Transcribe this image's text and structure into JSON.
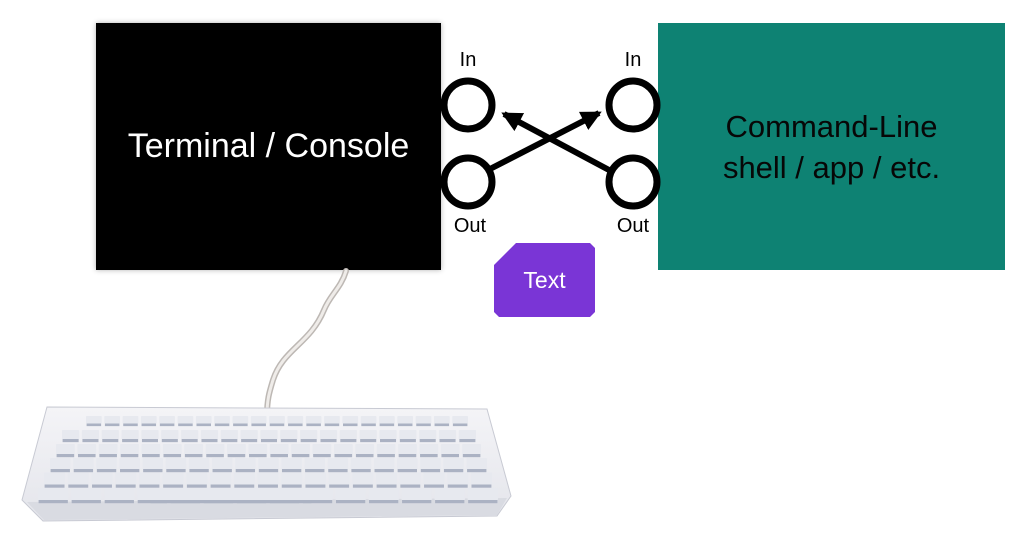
{
  "terminal": {
    "label": "Terminal / Console",
    "background": "#000000",
    "text_color": "#FFFFFF"
  },
  "shell": {
    "lines": [
      "Command-Line",
      "shell / app / etc."
    ],
    "background": "#0E8273",
    "text_color": "#070707"
  },
  "ports": {
    "terminal_in": "In",
    "terminal_out": "Out",
    "shell_in": "In",
    "shell_out": "Out"
  },
  "connections": [
    {
      "from": "terminal_out",
      "to": "shell_in"
    },
    {
      "from": "shell_out",
      "to": "terminal_in"
    }
  ],
  "badge": {
    "label": "Text",
    "background": "#7A35D6",
    "text_color": "#FFFFFF"
  },
  "colors": {
    "arrow": "#000000",
    "port_stroke": "#000000",
    "port_fill": "#FFFFFF",
    "cable": "#E8E5E2",
    "keyboard_body": "#ECEDF2"
  }
}
